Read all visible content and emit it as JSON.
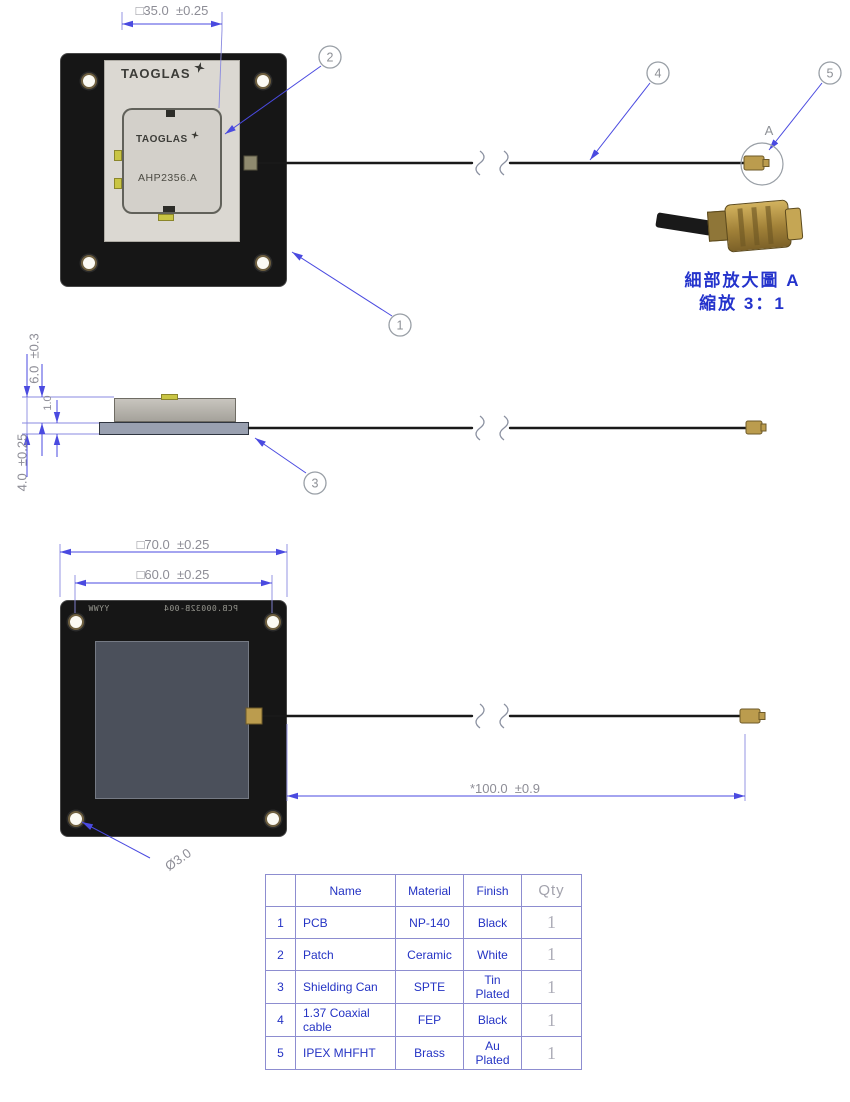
{
  "colors": {
    "dimension_blue": "#4a4ae0",
    "annotation_gray": "#8d8d96",
    "table_blue": "#2433c4",
    "cjk_blue": "#2433cc",
    "pcb_black": "#161616",
    "connector_gold": "#bb9c4e"
  },
  "front_view": {
    "dim_patch": "□35.0  ±0.25",
    "logo": "TAOGLAS",
    "patch_logo": "TAOGLAS",
    "patch_model": "AHP2356.A"
  },
  "detail": {
    "label": "A",
    "title": "細部放大圖 A",
    "scale": "縮放 3：1"
  },
  "callouts": {
    "c1": "1",
    "c2": "2",
    "c3": "3",
    "c4": "4",
    "c5": "5"
  },
  "side_view": {
    "dim_height": "6.0  ±0.3",
    "dim_pcb": "1.0",
    "dim_can": "4.0  ±0.25"
  },
  "bottom_view": {
    "dim_outer": "□70.0  ±0.25",
    "dim_holes": "□60.0  ±0.25",
    "dim_cable": "*100.0  ±0.9",
    "dim_hole_dia": "Ø3.0",
    "marking": "PCB.00032B-004",
    "marking_date": "YYWW"
  },
  "table": {
    "headers": [
      "",
      "Name",
      "Material",
      "Finish",
      "Qty"
    ],
    "rows": [
      [
        "1",
        "PCB",
        "NP-140",
        "Black",
        "1"
      ],
      [
        "2",
        "Patch",
        "Ceramic",
        "White",
        "1"
      ],
      [
        "3",
        "Shielding Can",
        "SPTE",
        "Tin Plated",
        "1"
      ],
      [
        "4",
        "1.37 Coaxial cable",
        "FEP",
        "Black",
        "1"
      ],
      [
        "5",
        "IPEX MHFHT",
        "Brass",
        "Au Plated",
        "1"
      ]
    ]
  }
}
